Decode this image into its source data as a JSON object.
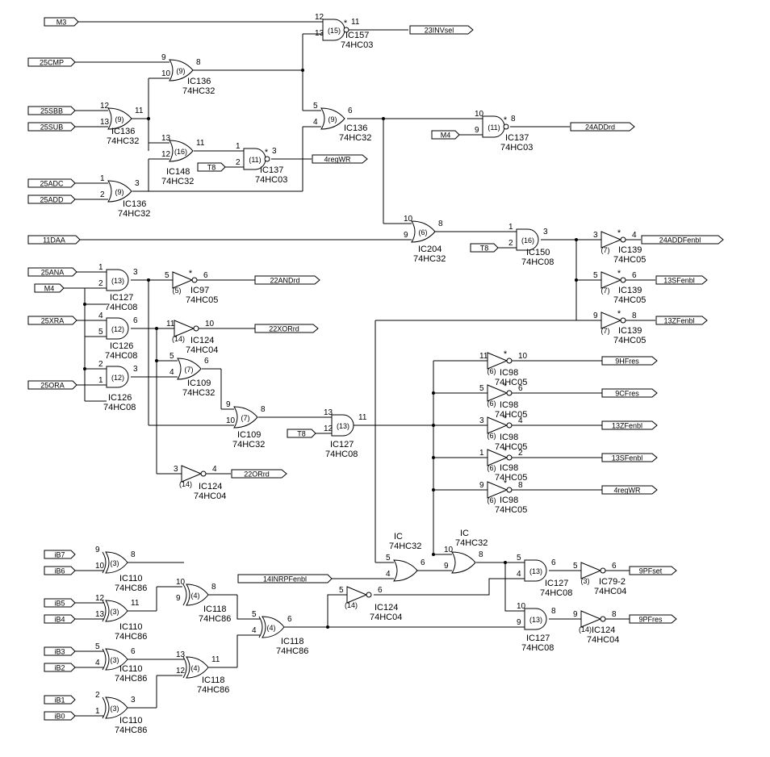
{
  "schematic": {
    "in_ports": [
      {
        "label": "M3"
      },
      {
        "label": "25CMP"
      },
      {
        "label": "25SBB"
      },
      {
        "label": "25SUB"
      },
      {
        "label": "25ADC"
      },
      {
        "label": "25ADD"
      },
      {
        "label": "11DAA"
      },
      {
        "label": "25ANA"
      },
      {
        "label": "M4"
      },
      {
        "label": "25XRA"
      },
      {
        "label": "25ORA"
      },
      {
        "label": "M4"
      },
      {
        "label": "T8"
      },
      {
        "label": "T8"
      },
      {
        "label": "T8"
      },
      {
        "label": "iB7"
      },
      {
        "label": "iB6"
      },
      {
        "label": "iB5"
      },
      {
        "label": "iB4"
      },
      {
        "label": "iB3"
      },
      {
        "label": "iB2"
      },
      {
        "label": "iB1"
      },
      {
        "label": "iB0"
      },
      {
        "label": "14INRPFenbl"
      }
    ],
    "out_ports": [
      {
        "label": "23INVsel"
      },
      {
        "label": "24ADDrd"
      },
      {
        "label": "4regWR"
      },
      {
        "label": "24ADDFenbl"
      },
      {
        "label": "13SFenbl"
      },
      {
        "label": "13ZFenbl"
      },
      {
        "label": "22ANDrd"
      },
      {
        "label": "22XORrd"
      },
      {
        "label": "9HFres"
      },
      {
        "label": "9CFres"
      },
      {
        "label": "13ZFenbl"
      },
      {
        "label": "13SFenbl"
      },
      {
        "label": "4regWR"
      },
      {
        "label": "22ORrd"
      },
      {
        "label": "9PFset"
      },
      {
        "label": "9PFres"
      }
    ],
    "gates": [
      {
        "unit": "(15)",
        "ref": "IC157",
        "part": "74HC03",
        "star": "*",
        "pins": [
          "12",
          "13",
          "11"
        ]
      },
      {
        "unit": "(9)",
        "ref": "IC136",
        "part": "74HC32",
        "star": "",
        "pins": [
          "9",
          "10",
          "8"
        ]
      },
      {
        "unit": "(9)",
        "ref": "IC136",
        "part": "74HC32",
        "star": "",
        "pins": [
          "12",
          "13",
          "11"
        ]
      },
      {
        "unit": "(16)",
        "ref": "IC148",
        "part": "74HC32",
        "star": "",
        "pins": [
          "13",
          "12",
          "11"
        ]
      },
      {
        "unit": "(9)",
        "ref": "IC136",
        "part": "74HC32",
        "star": "",
        "pins": [
          "1",
          "2",
          "3"
        ]
      },
      {
        "unit": "(11)",
        "ref": "IC137",
        "part": "74HC03",
        "star": "*",
        "pins": [
          "1",
          "2",
          "3"
        ]
      },
      {
        "unit": "(9)",
        "ref": "IC136",
        "part": "74HC32",
        "star": "",
        "pins": [
          "5",
          "4",
          "6"
        ]
      },
      {
        "unit": "(11)",
        "ref": "IC137",
        "part": "74HC03",
        "star": "*",
        "pins": [
          "10",
          "9",
          "8"
        ]
      },
      {
        "unit": "(6)",
        "ref": "IC204",
        "part": "74HC32",
        "star": "",
        "pins": [
          "10",
          "9",
          "8"
        ]
      },
      {
        "unit": "(16)",
        "ref": "IC150",
        "part": "74HC08",
        "star": "",
        "pins": [
          "1",
          "2",
          "3"
        ]
      },
      {
        "unit": "(7)",
        "ref": "IC139",
        "part": "74HC05",
        "star": "*",
        "pins": [
          "3",
          "4"
        ]
      },
      {
        "unit": "(7)",
        "ref": "IC139",
        "part": "74HC05",
        "star": "*",
        "pins": [
          "5",
          "6"
        ]
      },
      {
        "unit": "(7)",
        "ref": "IC139",
        "part": "74HC05",
        "star": "*",
        "pins": [
          "9",
          "8"
        ]
      },
      {
        "unit": "(13)",
        "ref": "IC127",
        "part": "74HC08",
        "star": "",
        "pins": [
          "1",
          "2",
          "3"
        ]
      },
      {
        "unit": "(12)",
        "ref": "IC126",
        "part": "74HC08",
        "star": "",
        "pins": [
          "4",
          "5",
          "6"
        ]
      },
      {
        "unit": "(12)",
        "ref": "IC126",
        "part": "74HC08",
        "star": "",
        "pins": [
          "2",
          "1",
          "3"
        ]
      },
      {
        "unit": "(5)",
        "ref": "IC97",
        "part": "74HC05",
        "star": "*",
        "pins": [
          "5",
          "6"
        ]
      },
      {
        "unit": "(14)",
        "ref": "IC124",
        "part": "74HC04",
        "star": "",
        "pins": [
          "11",
          "10"
        ]
      },
      {
        "unit": "(7)",
        "ref": "IC109",
        "part": "74HC32",
        "star": "",
        "pins": [
          "5",
          "4",
          "6"
        ]
      },
      {
        "unit": "(7)",
        "ref": "IC109",
        "part": "74HC32",
        "star": "",
        "pins": [
          "9",
          "10",
          "8"
        ]
      },
      {
        "unit": "(13)",
        "ref": "IC127",
        "part": "74HC08",
        "star": "",
        "pins": [
          "13",
          "12",
          "11"
        ]
      },
      {
        "unit": "(14)",
        "ref": "IC124",
        "part": "74HC04",
        "star": "",
        "pins": [
          "3",
          "4"
        ]
      },
      {
        "unit": "(6)",
        "ref": "IC98",
        "part": "74HC05",
        "star": "*",
        "pins": [
          "11",
          "10"
        ]
      },
      {
        "unit": "(6)",
        "ref": "IC98",
        "part": "74HC05",
        "star": "*",
        "pins": [
          "5",
          "6"
        ]
      },
      {
        "unit": "(6)",
        "ref": "IC98",
        "part": "74HC05",
        "star": "*",
        "pins": [
          "3",
          "4"
        ]
      },
      {
        "unit": "(6)",
        "ref": "IC98",
        "part": "74HC05",
        "star": "*",
        "pins": [
          "1",
          "2"
        ]
      },
      {
        "unit": "(6)",
        "ref": "IC98",
        "part": "74HC05",
        "star": "*",
        "pins": [
          "9",
          "8"
        ]
      },
      {
        "unit": "",
        "ref": "IC",
        "part": "74HC32",
        "star": "",
        "pins": [
          "5",
          "4",
          "6"
        ]
      },
      {
        "unit": "",
        "ref": "IC",
        "part": "74HC32",
        "star": "",
        "pins": [
          "10",
          "9",
          "8"
        ]
      },
      {
        "unit": "(13)",
        "ref": "IC127",
        "part": "74HC08",
        "star": "",
        "pins": [
          "5",
          "4",
          "6"
        ]
      },
      {
        "unit": "(13)",
        "ref": "IC127",
        "part": "74HC08",
        "star": "",
        "pins": [
          "10",
          "9",
          "8"
        ]
      },
      {
        "unit": "(3)",
        "ref": "IC79-2",
        "part": "74HC04",
        "star": "",
        "pins": [
          "5",
          "6"
        ]
      },
      {
        "unit": "(14)",
        "ref": "IC124",
        "part": "74HC04",
        "star": "",
        "pins": [
          "9",
          "8"
        ]
      },
      {
        "unit": "(14)",
        "ref": "IC124",
        "part": "74HC04",
        "star": "",
        "pins": [
          "5",
          "6"
        ]
      },
      {
        "unit": "(3)",
        "ref": "IC110",
        "part": "74HC86",
        "star": "",
        "pins": [
          "9",
          "10",
          "8"
        ]
      },
      {
        "unit": "(3)",
        "ref": "IC110",
        "part": "74HC86",
        "star": "",
        "pins": [
          "12",
          "13",
          "11"
        ]
      },
      {
        "unit": "(3)",
        "ref": "IC110",
        "part": "74HC86",
        "star": "",
        "pins": [
          "5",
          "4",
          "6"
        ]
      },
      {
        "unit": "(3)",
        "ref": "IC110",
        "part": "74HC86",
        "star": "",
        "pins": [
          "2",
          "1",
          "3"
        ]
      },
      {
        "unit": "(4)",
        "ref": "IC118",
        "part": "74HC86",
        "star": "",
        "pins": [
          "10",
          "9",
          "8"
        ]
      },
      {
        "unit": "(4)",
        "ref": "IC118",
        "part": "74HC86",
        "star": "",
        "pins": [
          "13",
          "12",
          "11"
        ]
      },
      {
        "unit": "(4)",
        "ref": "IC118",
        "part": "74HC86",
        "star": "",
        "pins": [
          "5",
          "4",
          "6"
        ]
      }
    ]
  }
}
